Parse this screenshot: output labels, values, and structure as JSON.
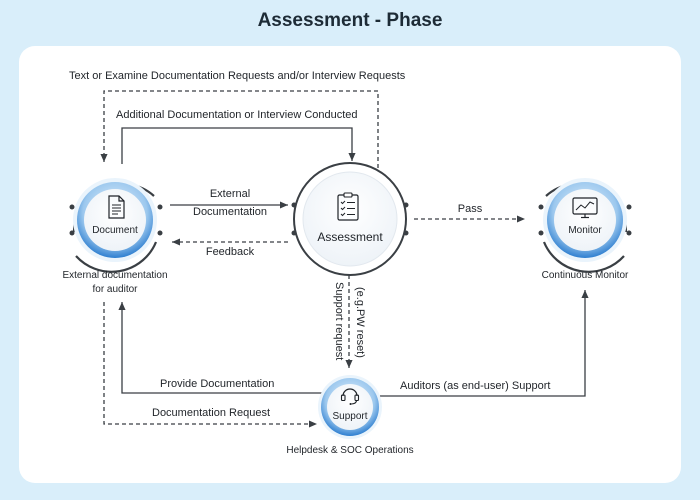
{
  "title": "Assessment - Phase",
  "nodes": {
    "document": {
      "label": "Document",
      "caption_line1": "External documentation",
      "caption_line2": "for auditor",
      "icon": "document-icon"
    },
    "assessment": {
      "label": "Assessment",
      "icon": "clipboard-checklist-icon"
    },
    "monitor": {
      "label": "Monitor",
      "caption": "Continuous Monitor",
      "icon": "monitor-chart-icon"
    },
    "support": {
      "label": "Support",
      "caption": "Helpdesk & SOC Operations",
      "icon": "headset-icon"
    }
  },
  "edges": {
    "text_examine": "Text or Examine Documentation Requests and/or Interview Requests",
    "additional": "Additional Documentation or Interview Conducted",
    "external_line1": "External",
    "external_line2": "Documentation",
    "feedback": "Feedback",
    "pass": "Pass",
    "support_request_line1": "Support request",
    "support_request_line2": "(e.g.PW reset)",
    "provide_documentation": "Provide Documentation",
    "documentation_request": "Documentation Request",
    "auditors_support": "Auditors (as end-user) Support"
  },
  "colors": {
    "background": "#d9eefa",
    "accent_blue": "#2f7fd0",
    "line": "#3a3f44"
  }
}
